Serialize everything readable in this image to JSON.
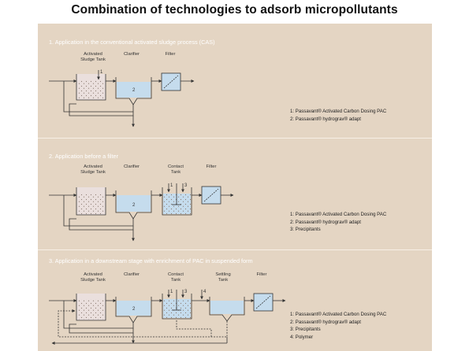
{
  "title": "Combination of technologies to adsorb micropollutants",
  "sections": [
    {
      "heading": "1. Application in the conventional activated sludge process (CAS)",
      "units": [
        "Activated\nSludge Tank",
        "Clarifier",
        "Filter"
      ],
      "markers": [
        "1",
        "2"
      ],
      "legend": [
        "1: Passavant® Activated Carbon Dosing PAC",
        "2: Passavant® hydrograv® adapt"
      ]
    },
    {
      "heading": "2. Application before a filter",
      "units": [
        "Activated\nSludge Tank",
        "Clarifier",
        "Contact\nTank",
        "Filter"
      ],
      "markers": [
        "1",
        "3",
        "2"
      ],
      "legend": [
        "1: Passavant® Activated Carbon Dosing PAC",
        "2: Passavant® hydrograv® adapt",
        "3: Precipitants"
      ]
    },
    {
      "heading": "3. Application in a downstream stage with enrichment of PAC in suspended form",
      "units": [
        "Activated\nSludge Tank",
        "Clarifier",
        "Contact\nTank",
        "Settling\nTank",
        "Filter"
      ],
      "markers": [
        "1",
        "3",
        "4",
        "2"
      ],
      "legend": [
        "1: Passavant® Activated Carbon Dosing PAC",
        "2: Passavant® hydrograv® adapt",
        "3: Precipitants",
        "4: Polymer"
      ]
    }
  ]
}
